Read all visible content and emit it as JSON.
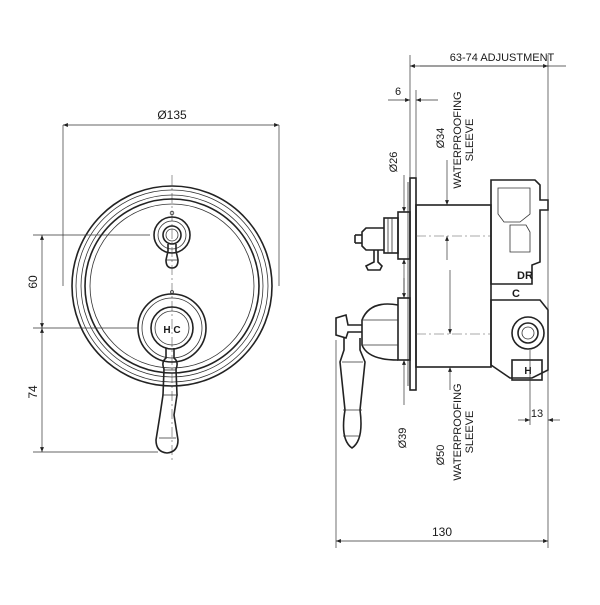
{
  "front_view": {
    "dim_diameter": "Ø135",
    "dim_vertical_upper": "60",
    "dim_vertical_lower": "74",
    "hc_label": "H C"
  },
  "side_view": {
    "adjustment": "63-74 ADJUSTMENT",
    "dim_6": "6",
    "dim_26": "Ø26",
    "dim_34": "Ø34",
    "waterproofing_top_1": "WATERPROOFING",
    "waterproofing_top_2": "SLEEVE",
    "label_dr": "DR",
    "label_c": "C",
    "label_h": "H",
    "dim_13": "13",
    "dim_39": "Ø39",
    "dim_50": "Ø50",
    "waterproofing_bot_1": "WATERPROOFING",
    "waterproofing_bot_2": "SLEEVE",
    "dim_130": "130"
  }
}
